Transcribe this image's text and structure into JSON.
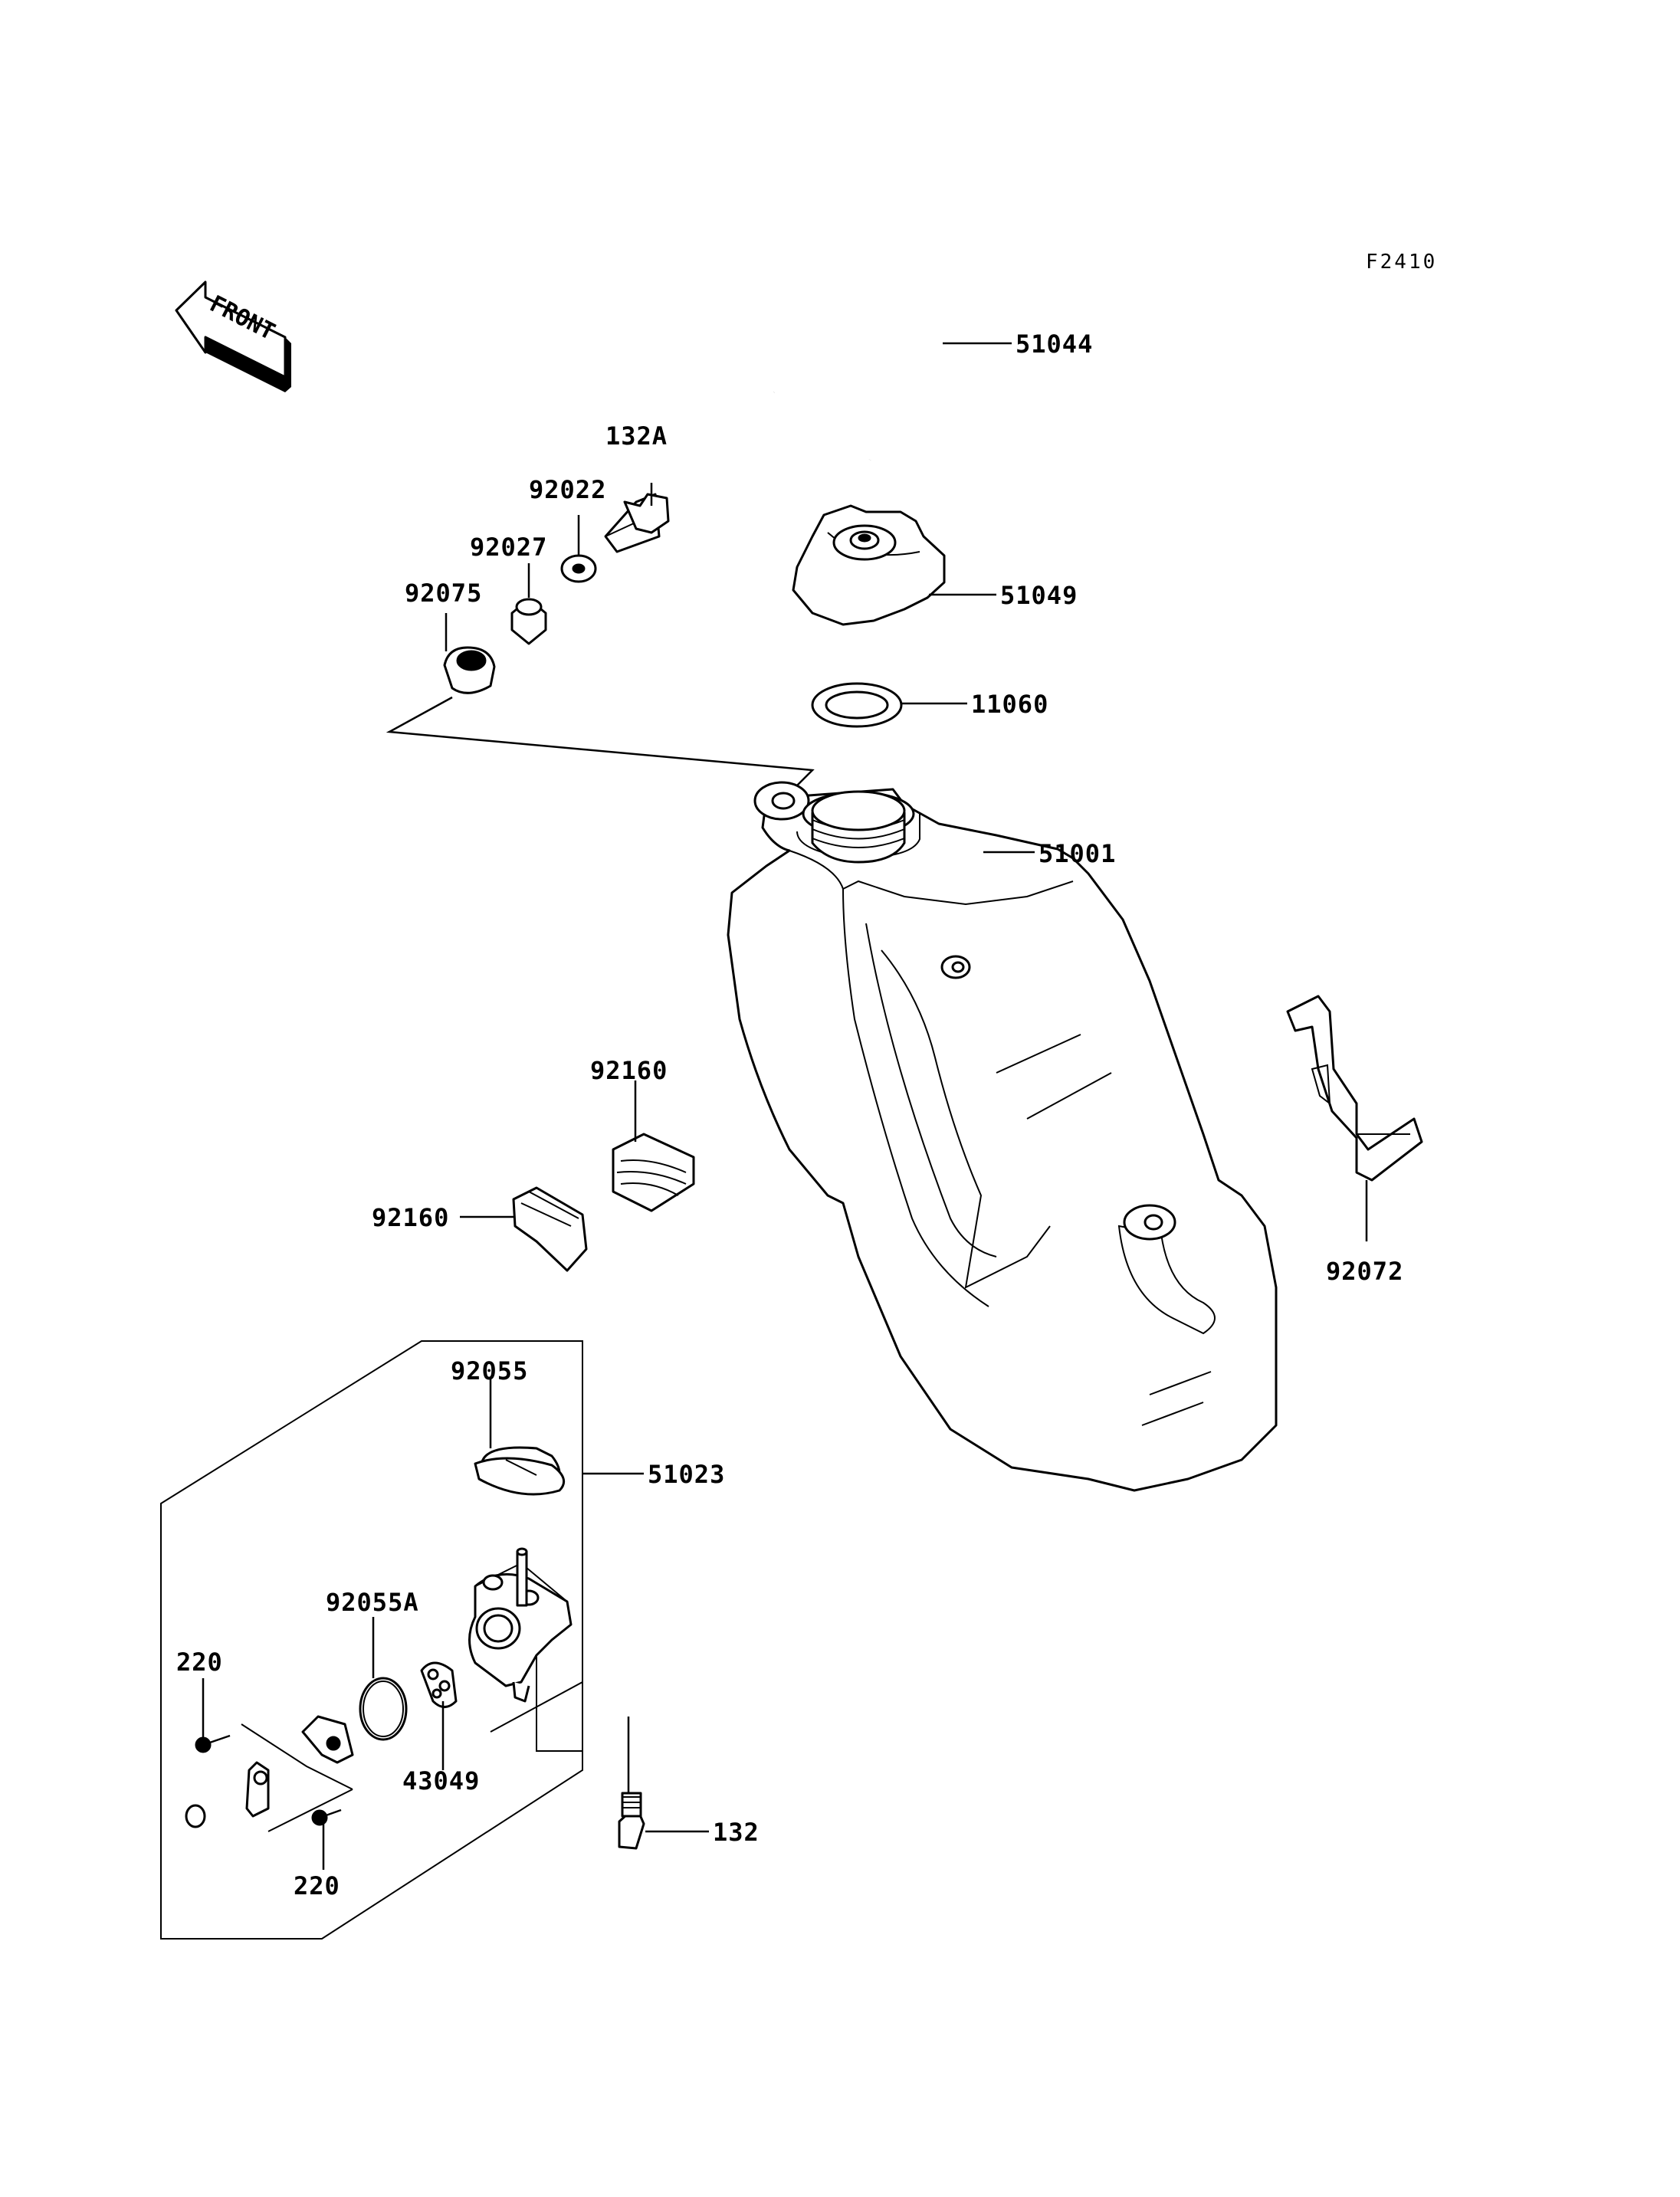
{
  "diagram": {
    "code": "F2410",
    "front_label": "FRONT",
    "parts": [
      {
        "id": "51044",
        "label": "51044"
      },
      {
        "id": "132A",
        "label": "132A"
      },
      {
        "id": "92022",
        "label": "92022"
      },
      {
        "id": "92027",
        "label": "92027"
      },
      {
        "id": "92075",
        "label": "92075"
      },
      {
        "id": "51049",
        "label": "51049"
      },
      {
        "id": "11060",
        "label": "11060"
      },
      {
        "id": "51001",
        "label": "51001"
      },
      {
        "id": "92160a",
        "label": "92160"
      },
      {
        "id": "92160b",
        "label": "92160"
      },
      {
        "id": "92072",
        "label": "92072"
      },
      {
        "id": "92055",
        "label": "92055"
      },
      {
        "id": "51023",
        "label": "51023"
      },
      {
        "id": "92055A",
        "label": "92055A"
      },
      {
        "id": "220a",
        "label": "220"
      },
      {
        "id": "43049",
        "label": "43049"
      },
      {
        "id": "220b",
        "label": "220"
      },
      {
        "id": "132",
        "label": "132"
      }
    ]
  }
}
